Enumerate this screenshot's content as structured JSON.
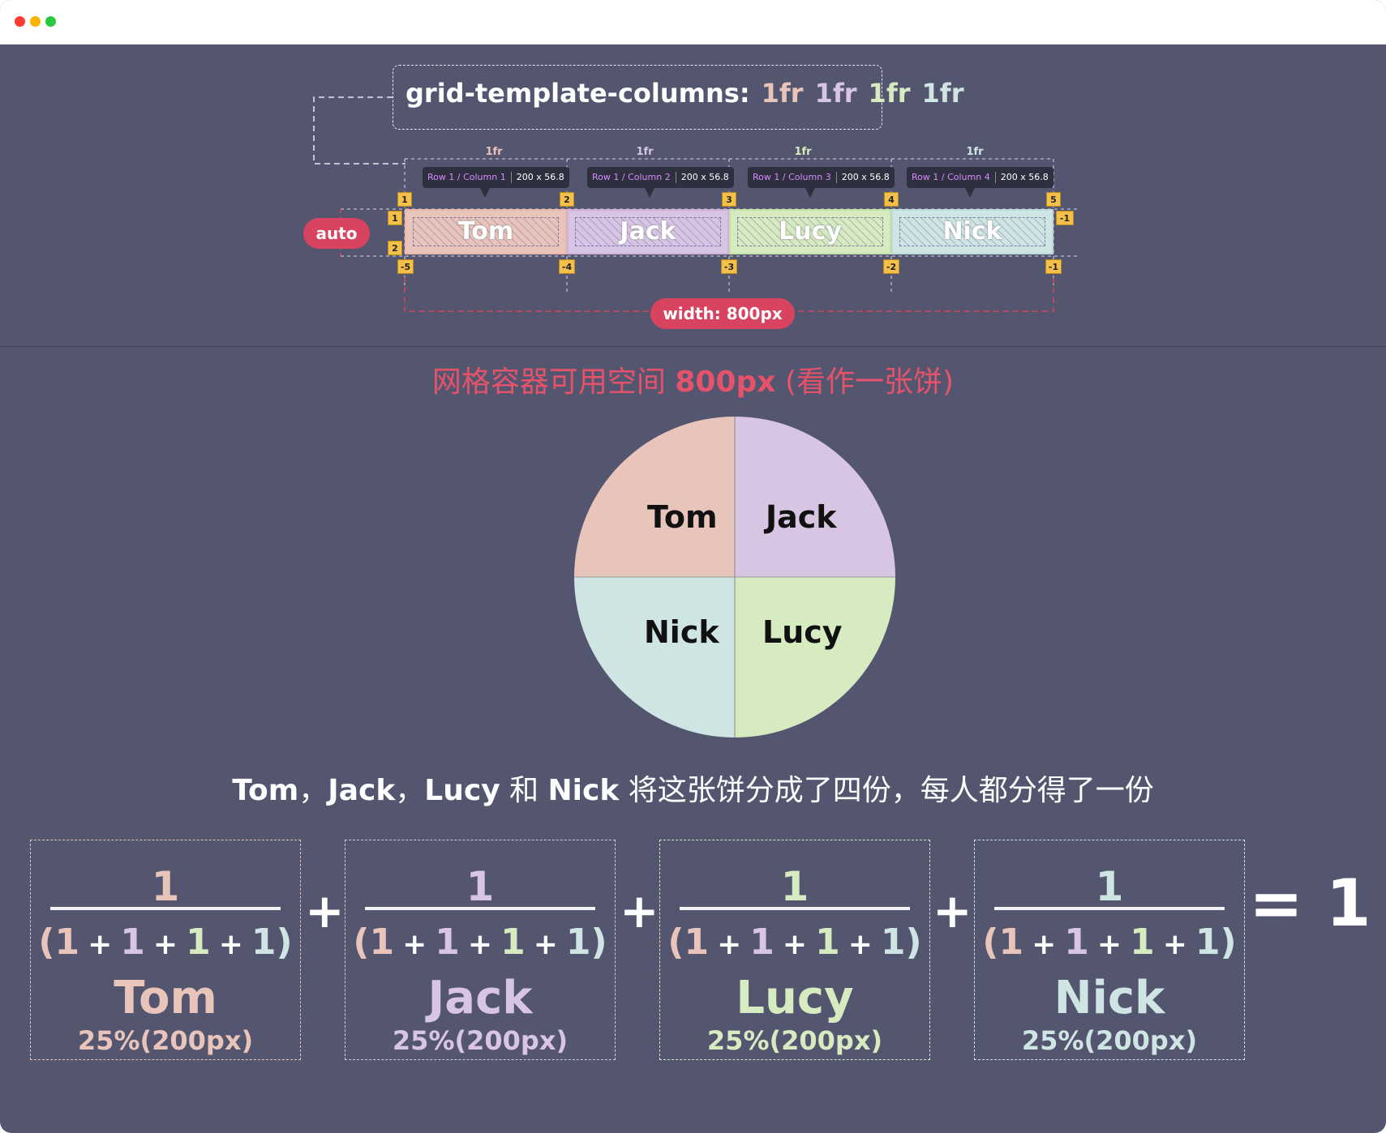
{
  "code": {
    "property": "grid-template-columns:",
    "tracks": [
      "1fr",
      "1fr",
      "1fr",
      "1fr"
    ]
  },
  "colors": {
    "tom": "#e9c4bb",
    "jack": "#d8c5e3",
    "lucy": "#d6ebc0",
    "nick": "#cfe5e3",
    "accent_red": "#d8445f",
    "background": "#545670"
  },
  "columns": [
    {
      "header": "1fr",
      "info": "Row 1 / Column 1",
      "size": "200 x 56.8",
      "name": "Tom"
    },
    {
      "header": "1fr",
      "info": "Row 1 / Column 2",
      "size": "200 x 56.8",
      "name": "Jack"
    },
    {
      "header": "1fr",
      "info": "Row 1 / Column 3",
      "size": "200 x 56.8",
      "name": "Lucy"
    },
    {
      "header": "1fr",
      "info": "Row 1 / Column 4",
      "size": "200 x 56.8",
      "name": "Nick"
    }
  ],
  "line_numbers": {
    "top": [
      "1",
      "2",
      "3",
      "4",
      "5"
    ],
    "bottom": [
      "-5",
      "-4",
      "-3",
      "-2",
      "-1"
    ],
    "left": [
      "1",
      "2"
    ],
    "right": "-1"
  },
  "row_label": "auto",
  "width_label": "width: 800px",
  "heading": {
    "pre": "网格容器可用空间 ",
    "bold": "800px",
    "post": " (看作一张饼)"
  },
  "pie": {
    "labels": [
      "Tom",
      "Jack",
      "Nick",
      "Lucy"
    ]
  },
  "sentence": {
    "tom": "Tom",
    "sep1": "，",
    "jack": "Jack",
    "sep2": "，",
    "lucy": "Lucy",
    "and": " 和 ",
    "nick": "Nick",
    "rest": " 将这张饼分成了四份，每人都分得了一份"
  },
  "fractions": [
    {
      "numerator": "1",
      "den": [
        "(1",
        "1",
        "1",
        "1)"
      ],
      "name": "Tom",
      "pct": "25%(200px)"
    },
    {
      "numerator": "1",
      "den": [
        "(1",
        "1",
        "1",
        "1)"
      ],
      "name": "Jack",
      "pct": "25%(200px)"
    },
    {
      "numerator": "1",
      "den": [
        "(1",
        "1",
        "1",
        "1)"
      ],
      "name": "Lucy",
      "pct": "25%(200px)"
    },
    {
      "numerator": "1",
      "den": [
        "(1",
        "1",
        "1",
        "1)"
      ],
      "name": "Nick",
      "pct": "25%(200px)"
    }
  ],
  "operators": {
    "plus": "+",
    "equals": "= 1"
  }
}
